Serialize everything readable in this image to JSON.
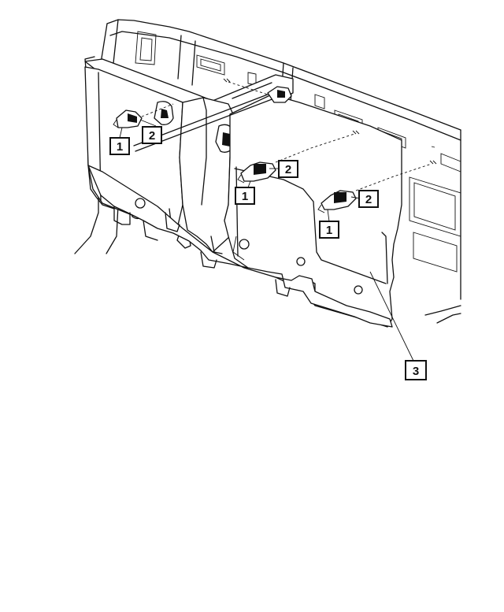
{
  "diagram": {
    "callouts": [
      {
        "id": "c1",
        "label": "1"
      },
      {
        "id": "c2",
        "label": "2"
      },
      {
        "id": "c3",
        "label": "1"
      },
      {
        "id": "c4",
        "label": "2"
      },
      {
        "id": "c5",
        "label": "1"
      },
      {
        "id": "c6",
        "label": "2"
      },
      {
        "id": "c7",
        "label": "3"
      }
    ]
  }
}
